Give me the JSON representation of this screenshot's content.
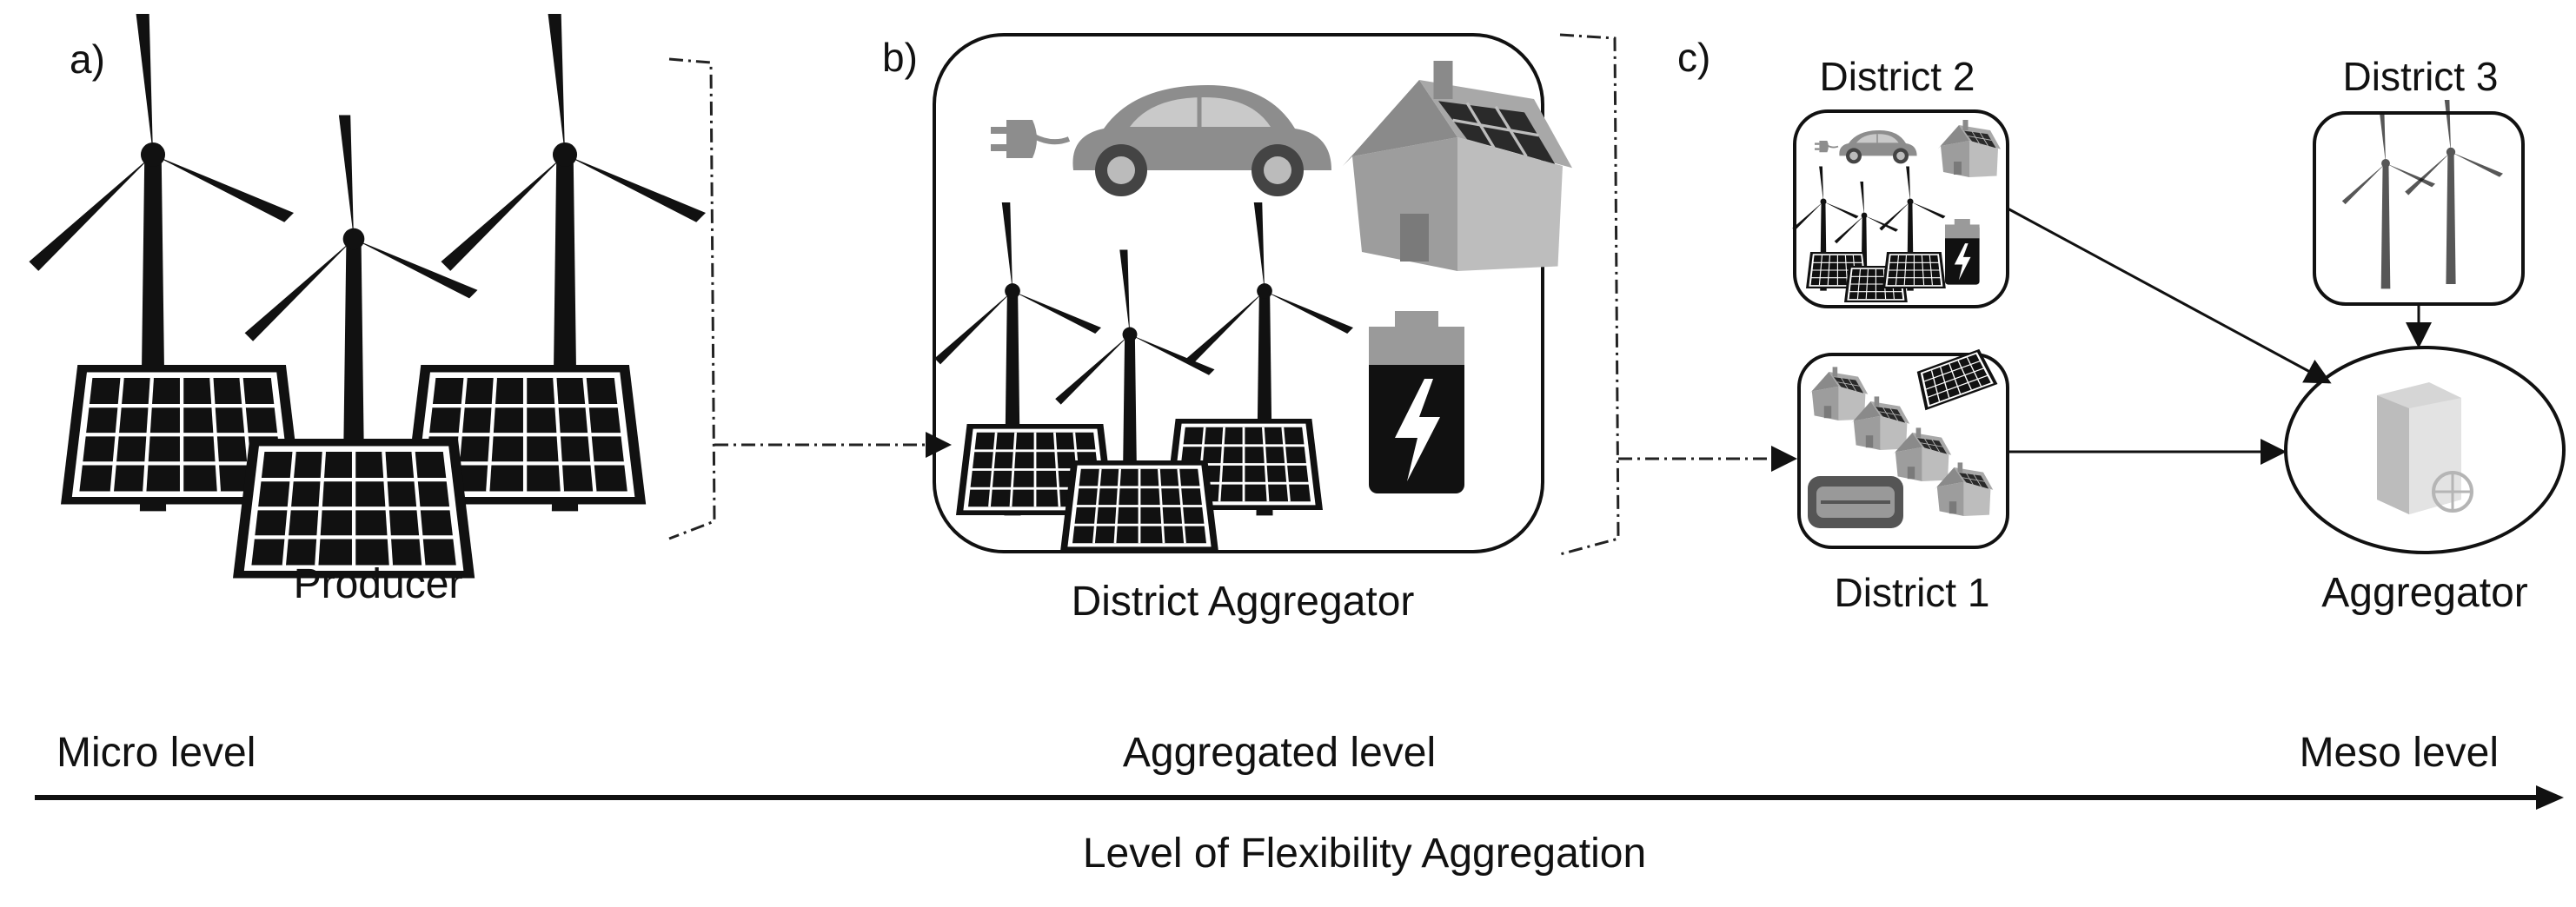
{
  "panels": {
    "a": {
      "letter": "a)",
      "label": "Producer"
    },
    "b": {
      "letter": "b)",
      "label": "District Aggregator"
    },
    "c": {
      "letter": "c)",
      "district_1": "District 1",
      "district_2": "District 2",
      "district_3": "District 3",
      "aggregator": "Aggregator"
    }
  },
  "scale": {
    "left": "Micro level",
    "middle": "Aggregated level",
    "right": "Meso level",
    "axis_label": "Level of Flexibility Aggregation"
  },
  "colors": {
    "ink": "#111111",
    "car": "#8d8d8d",
    "house": "#a6a6a6",
    "battery_fill": "#111111",
    "battery_cap": "#9a9a9a"
  },
  "icons": [
    "wind-turbine-icon",
    "solar-panel-icon",
    "electric-car-icon",
    "house-icon",
    "battery-icon",
    "server-icon"
  ]
}
